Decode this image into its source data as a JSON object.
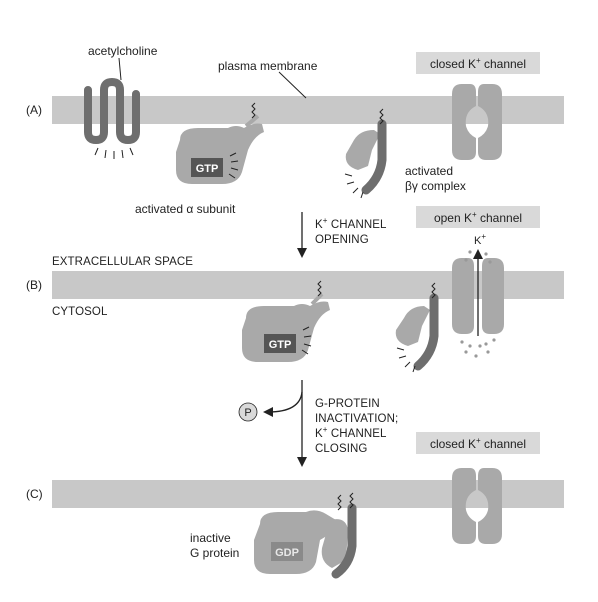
{
  "panels": {
    "a": "(A)",
    "b": "(B)",
    "c": "(C)"
  },
  "labels": {
    "acetylcholine": "acetylcholine",
    "plasma_membrane": "plasma membrane",
    "activated_alpha": "activated α subunit",
    "activated_by_1": "activated",
    "activated_by_2": "βγ complex",
    "extracellular_space": "EXTRACELLULAR SPACE",
    "cytosol": "CYTOSOL",
    "potassium_ion": "K",
    "phosphate": "P",
    "inactive_g_protein_1": "inactive",
    "inactive_g_protein_2": "G protein"
  },
  "channel_boxes": {
    "a": {
      "pre": "closed K",
      "sup": "+",
      "post": " channel"
    },
    "b": {
      "pre": "open K",
      "sup": "+",
      "post": " channel"
    },
    "c": {
      "pre": "closed K",
      "sup": "+",
      "post": " channel"
    }
  },
  "badges": {
    "gtp_a": "GTP",
    "gtp_b": "GTP",
    "gdp_c": "GDP"
  },
  "steps": {
    "opening_1_pre": "K",
    "opening_1_sup": "+",
    "opening_1_post": " CHANNEL",
    "opening_2": "OPENING",
    "inactivation_1": "G-PROTEIN",
    "inactivation_2": "INACTIVATION;",
    "inactivation_3_pre": "K",
    "inactivation_3_sup": "+",
    "inactivation_3_post": " CHANNEL",
    "inactivation_4": "CLOSING"
  },
  "colors": {
    "membrane": "#c8c8c8",
    "protein_light": "#a9a9a9",
    "protein_dark": "#6e6e6e",
    "badge_dark": "#555555",
    "label_box": "#d9d9d9",
    "ink": "#222222"
  }
}
